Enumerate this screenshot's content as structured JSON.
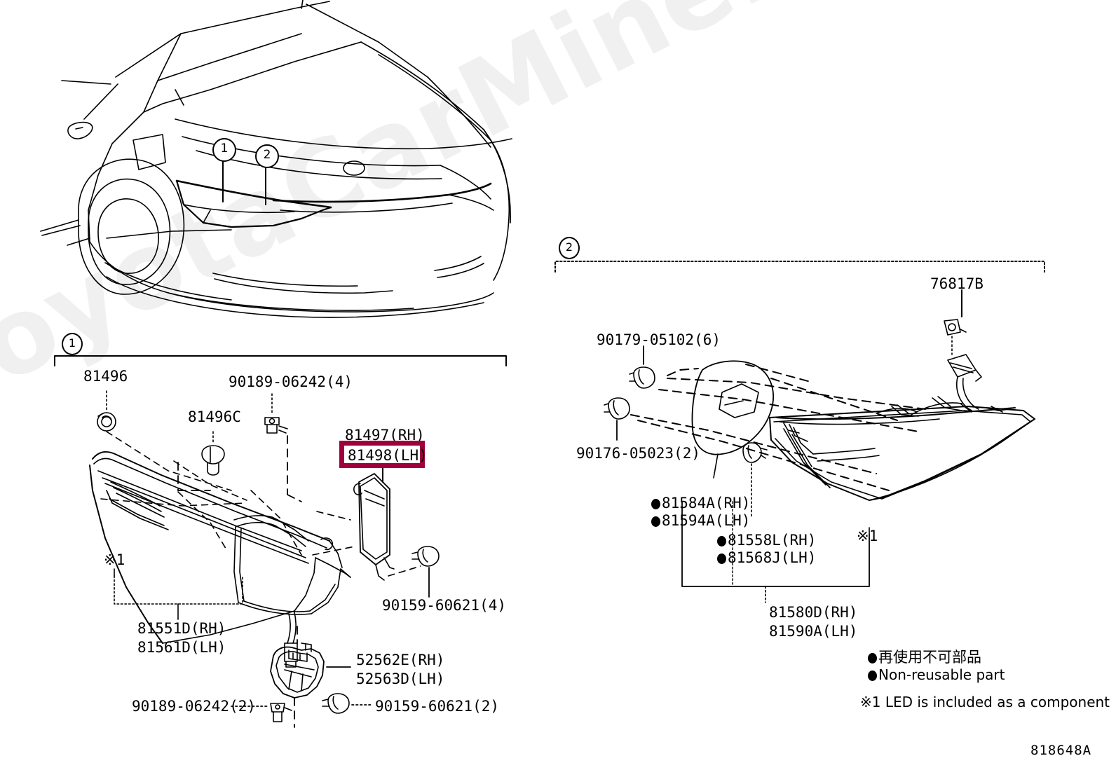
{
  "figure": {
    "id": "818648A",
    "watermark": "ToyotaCarMine.ru"
  },
  "vehicle_view": {
    "name": "rear-quarter-view",
    "callouts": [
      {
        "number": "1"
      },
      {
        "number": "2"
      }
    ]
  },
  "sections": [
    {
      "number": "1",
      "labels": [
        {
          "id": "81496",
          "text": "81496"
        },
        {
          "id": "81496C",
          "text": "81496C"
        },
        {
          "id": "90189-06242-4",
          "text": "90189-06242(4)"
        },
        {
          "id": "81497RH",
          "text": "81497(RH)"
        },
        {
          "id": "81498LH",
          "text": "81498(LH)",
          "highlighted": true
        },
        {
          "id": "90159-60621-4",
          "text": "90159-60621(4)"
        },
        {
          "id": "81551D",
          "text": "81551D(RH)"
        },
        {
          "id": "81561D",
          "text": "81561D(LH)"
        },
        {
          "id": "52562E",
          "text": "52562E(RH)"
        },
        {
          "id": "52563D",
          "text": "52563D(LH)"
        },
        {
          "id": "90189-06242-2",
          "text": "90189-06242(2)"
        },
        {
          "id": "90159-60621-2",
          "text": "90159-60621(2)"
        },
        {
          "id": "note-ref-1",
          "text": "※1"
        }
      ]
    },
    {
      "number": "2",
      "labels": [
        {
          "id": "76817B",
          "text": "76817B"
        },
        {
          "id": "90179-05102-6",
          "text": "90179-05102(6)"
        },
        {
          "id": "90176-05023-2",
          "text": "90176-05023(2)"
        },
        {
          "id": "81584A",
          "text": "81584A(RH)",
          "non_reusable": true
        },
        {
          "id": "81594A",
          "text": "81594A(LH)",
          "non_reusable": true
        },
        {
          "id": "81558L",
          "text": "81558L(RH)",
          "non_reusable": true
        },
        {
          "id": "81568J",
          "text": "81568J(LH)",
          "non_reusable": true
        },
        {
          "id": "81580D",
          "text": "81580D(RH)"
        },
        {
          "id": "81590A",
          "text": "81590A(LH)"
        },
        {
          "id": "note-ref-1",
          "text": "※1"
        }
      ]
    }
  ],
  "legend": {
    "non_reusable_jp": "再使用不可部品",
    "non_reusable_en": "Non-reusable part",
    "note_1": "※1 LED is included as a component"
  },
  "colors": {
    "highlight": "#9e003c",
    "line": "#000000",
    "watermark": "#f0f0f0"
  }
}
